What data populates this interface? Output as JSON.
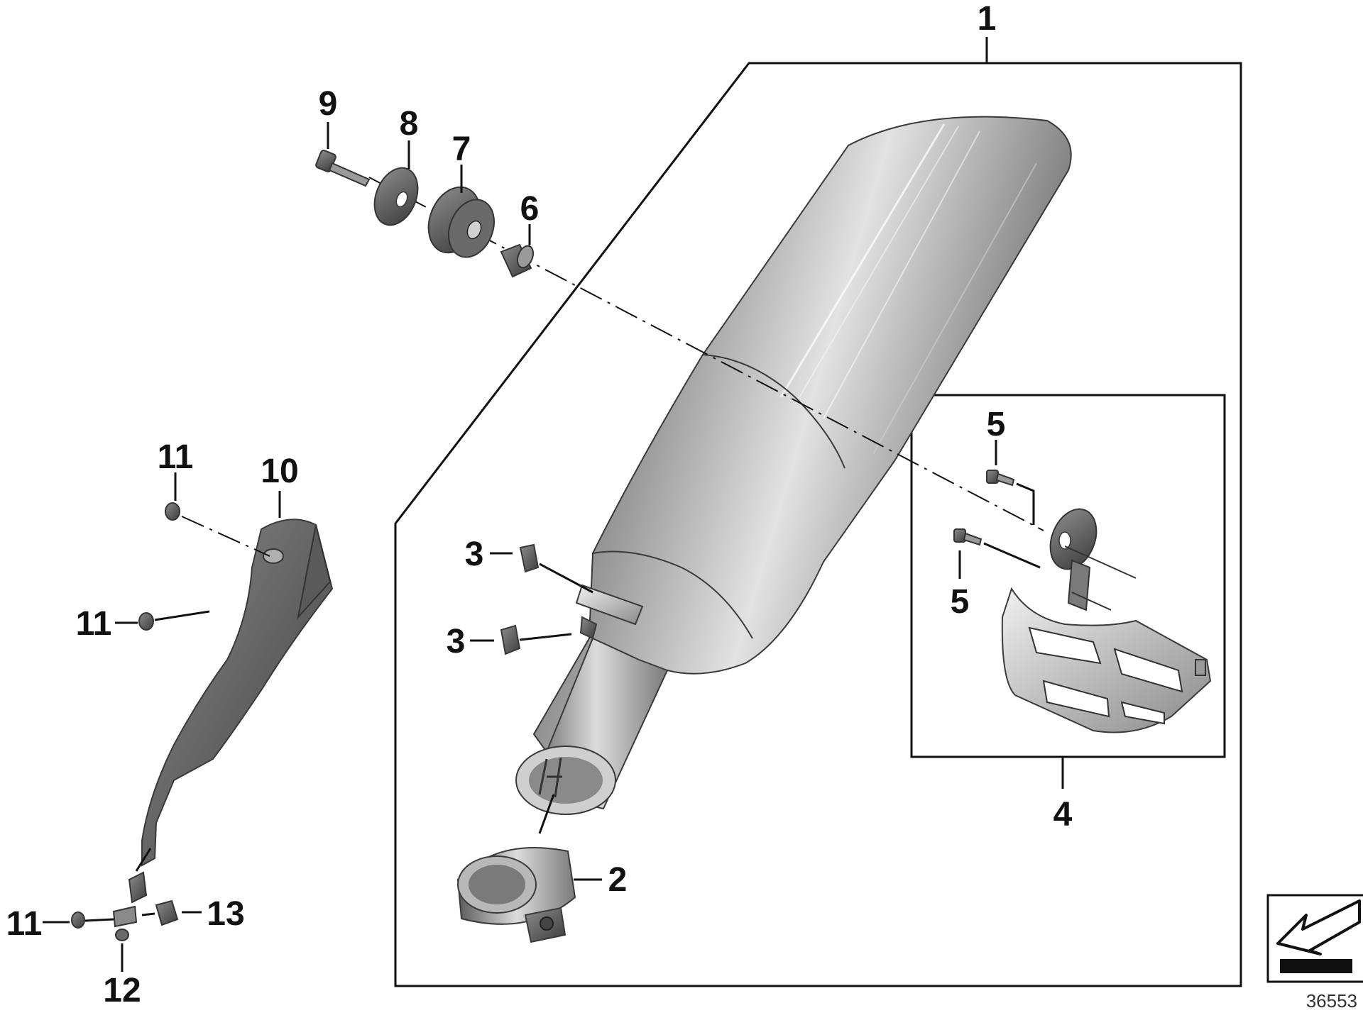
{
  "diagram": {
    "callouts": {
      "p1": "1",
      "p2": "2",
      "p3a": "3",
      "p3b": "3",
      "p4": "4",
      "p5a": "5",
      "p5b": "5",
      "p6": "6",
      "p7": "7",
      "p8": "8",
      "p9": "9",
      "p10": "10",
      "p11a": "11",
      "p11b": "11",
      "p11c": "11",
      "p12": "12",
      "p13": "13"
    },
    "catalog_number": "36553",
    "colors": {
      "line": "#111111",
      "part_dark": "#5e5e5e",
      "part_mid": "#9a9a9a",
      "part_light": "#d6d6d6",
      "background": "#ffffff"
    },
    "icons": [
      "direction-arrow-icon"
    ]
  }
}
